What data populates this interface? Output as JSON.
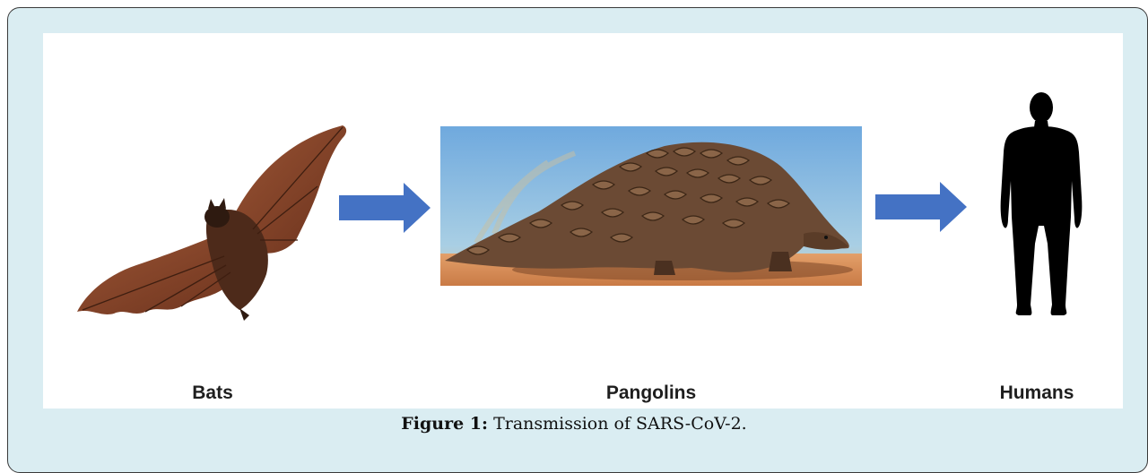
{
  "nodes": [
    {
      "label": "Bats",
      "icon": "bat-image"
    },
    {
      "label": "Pangolins",
      "icon": "pangolin-image"
    },
    {
      "label": "Humans",
      "icon": "human-silhouette-icon"
    }
  ],
  "caption": {
    "prefix": "Figure 1:",
    "text": " Transmission of SARS-CoV-2."
  },
  "colors": {
    "frame_background": "#daedf2",
    "arrow": "#4472c4",
    "bat": "#7a3f26",
    "pangolin": "#6b4a34",
    "sky": "#8cc0e6",
    "sand": "#d98f5a",
    "silhouette": "#000000"
  }
}
